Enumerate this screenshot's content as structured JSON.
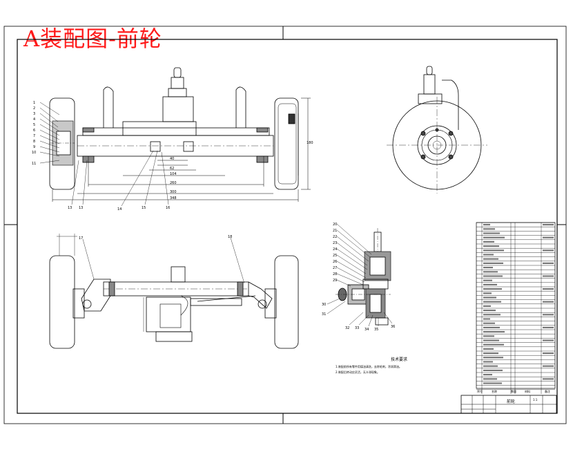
{
  "title": "A装配图-前轮",
  "callouts_front": [
    "1",
    "2",
    "3",
    "4",
    "5",
    "6",
    "7",
    "8",
    "9",
    "10",
    "11"
  ],
  "callouts_bottom": [
    "13",
    "13",
    "14",
    "15",
    "16"
  ],
  "callouts_plan": [
    "17",
    "18"
  ],
  "callouts_section": [
    "20",
    "21",
    "22",
    "23",
    "24",
    "25",
    "26",
    "27",
    "28",
    "29",
    "30",
    "31",
    "32",
    "33",
    "34",
    "35",
    "36"
  ],
  "notes_heading": "技术要求",
  "notes_lines": [
    "1.装配前所有零件用煤油清洗，去除毛刺，涂润滑油。",
    "2.装配后转动应灵活，无卡滞现象。"
  ],
  "bom_headers": [
    "序号",
    "名称",
    "数量",
    "材料",
    "备注"
  ],
  "title_block_name": "前轮",
  "title_block_ratio": "1:1"
}
